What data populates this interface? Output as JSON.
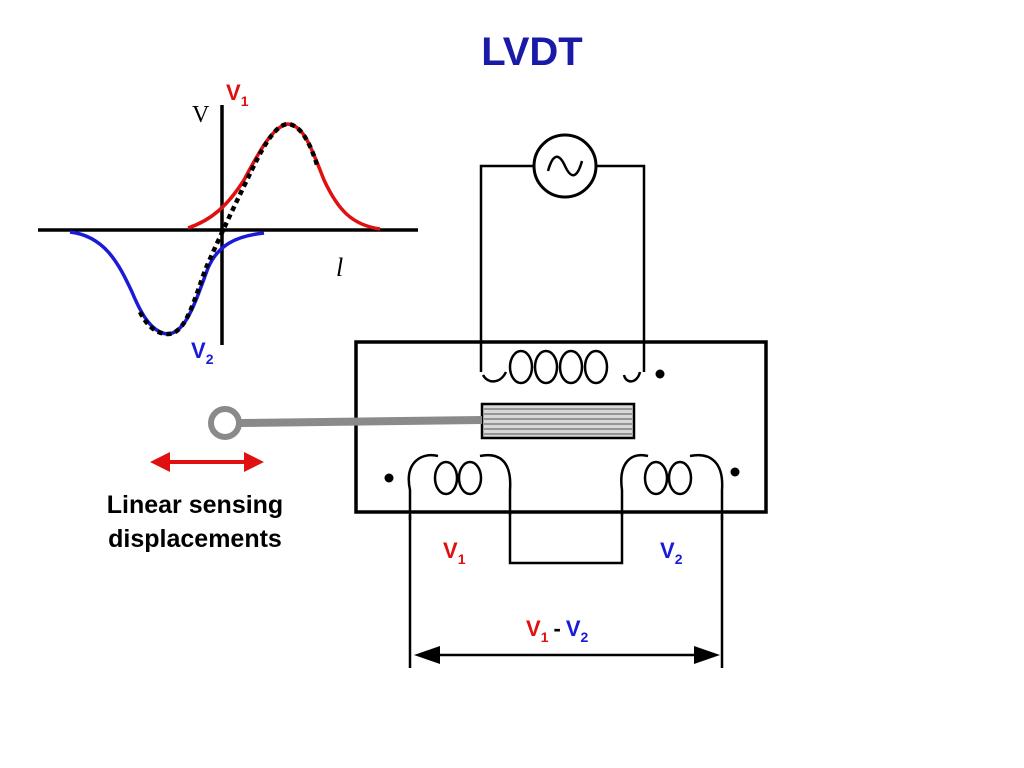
{
  "title": "LVDT",
  "caption": {
    "line1": "Linear sensing",
    "line2": "displacements"
  },
  "graph": {
    "y_axis_label": "V",
    "x_axis_label": "l"
  },
  "signals": {
    "v1": {
      "base": "V",
      "sub": "1"
    },
    "v2": {
      "base": "V",
      "sub": "2"
    },
    "diff_separator": "-"
  },
  "colors": {
    "title": "#1a1aa8",
    "v1": "#e01010",
    "v2": "#1a1ad8",
    "ink": "#000000",
    "rod": "#8a8a8a",
    "arrow": "#e01010"
  },
  "icons": {
    "ac_source": "sine-wave-source-icon",
    "probe": "probe-ring-icon",
    "displacement": "double-headed-arrow-icon"
  }
}
